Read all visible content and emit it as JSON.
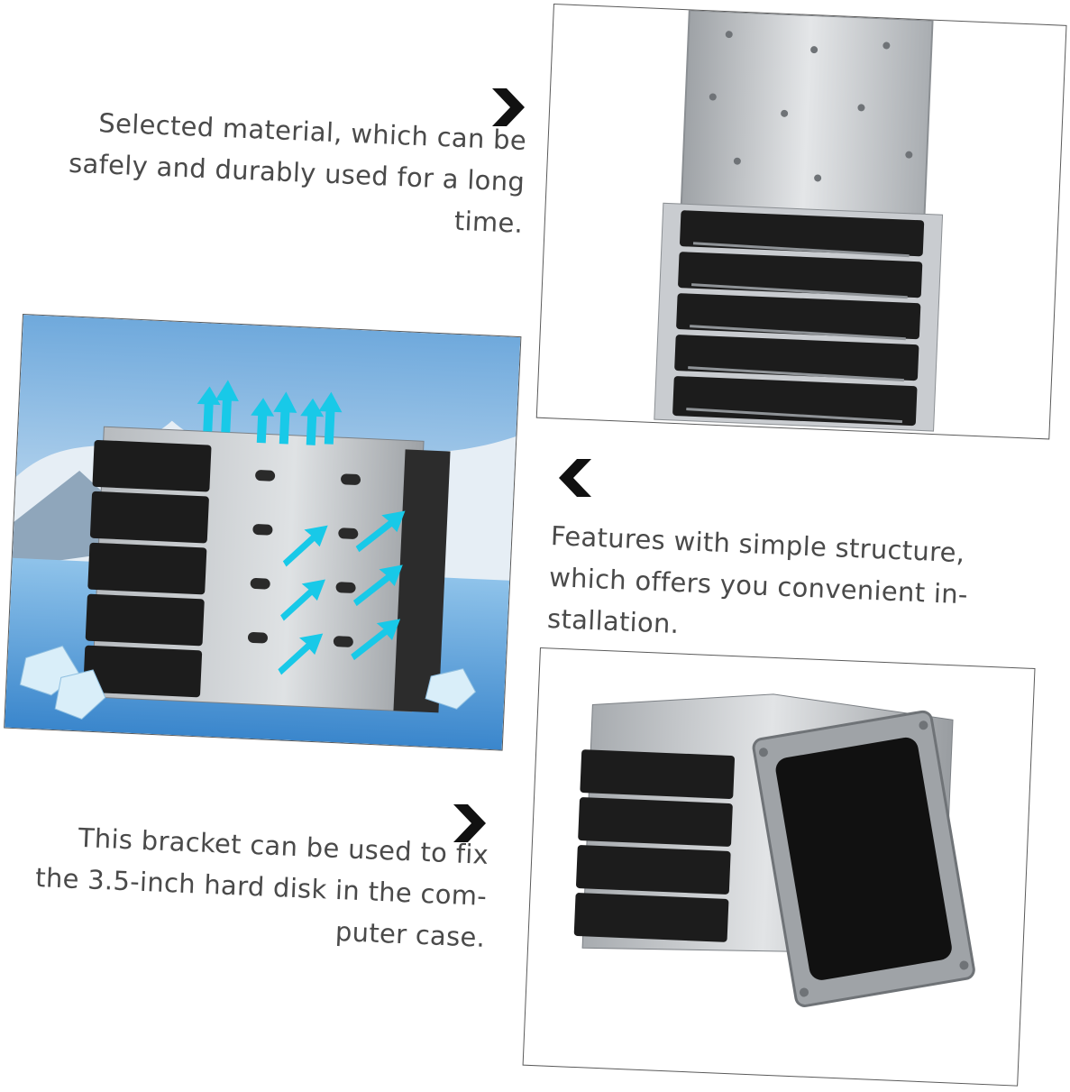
{
  "captions": {
    "material": [
      "Selected material, which can be",
      "safely and durably used for a long",
      "time."
    ],
    "structure": [
      "Features with simple structure,",
      "which offers you convenient in-",
      "stallation."
    ],
    "bracket": [
      "This bracket can be used to fix",
      "the 3.5-inch hard disk in the com-",
      "puter case."
    ]
  },
  "icons": {
    "chevron_1": "chevron-right-icon",
    "chevron_2": "chevron-left-icon",
    "chevron_3": "chevron-right-icon"
  },
  "colors": {
    "frame": "#5a5a5a",
    "text": "#4a4a4a",
    "airflow": "#18c9e8",
    "steel": "#bfc3c7",
    "drive": "#1c1c1c"
  }
}
